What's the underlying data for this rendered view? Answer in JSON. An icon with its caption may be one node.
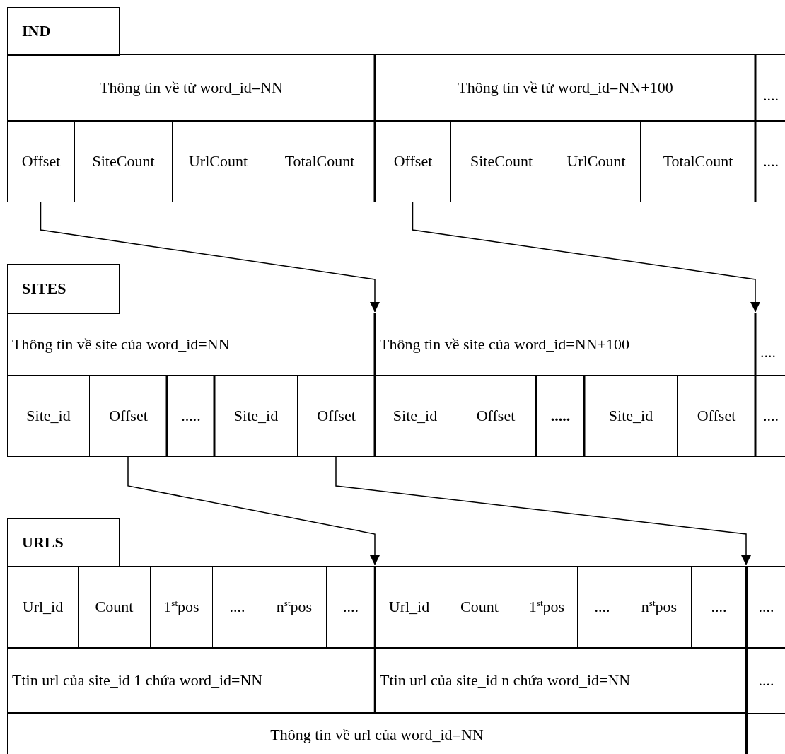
{
  "diagram": {
    "nodes": [
      {
        "text": [
          "IND"
        ]
      },
      {
        "text": [
          "Thông tin về từ word_id=NN"
        ]
      },
      {
        "text": [
          "Thông tin về từ word_id=NN+100"
        ]
      },
      {
        "text": [
          "...."
        ]
      },
      {
        "text": [
          "Offset"
        ]
      },
      {
        "text": [
          "SiteCount"
        ]
      },
      {
        "text": [
          "UrlCount"
        ]
      },
      {
        "text": [
          "TotalCount"
        ]
      },
      {
        "text": [
          "Offset"
        ]
      },
      {
        "text": [
          "SiteCount"
        ]
      },
      {
        "text": [
          "UrlCount"
        ]
      },
      {
        "text": [
          "TotalCount"
        ]
      },
      {
        "text": [
          "...."
        ]
      },
      {
        "text": [
          "SITES"
        ]
      },
      {
        "text": [
          "Thông tin về site của word_id=NN"
        ]
      },
      {
        "text": [
          "Thông tin về site của word_id=NN+100"
        ]
      },
      {
        "text": [
          "...."
        ]
      },
      {
        "text": [
          "Site_id"
        ]
      },
      {
        "text": [
          "Offset"
        ]
      },
      {
        "text": [
          "....."
        ]
      },
      {
        "text": [
          "Site_id"
        ]
      },
      {
        "text": [
          "Offset"
        ]
      },
      {
        "text": [
          "Site_id"
        ]
      },
      {
        "text": [
          "Offset"
        ]
      },
      {
        "text": [
          "....."
        ]
      },
      {
        "text": [
          "Site_id"
        ]
      },
      {
        "text": [
          "Offset"
        ]
      },
      {
        "text": [
          "...."
        ]
      },
      {
        "text": [
          "URLS"
        ]
      },
      {
        "text": [
          "Url_id"
        ]
      },
      {
        "text": [
          "Count"
        ]
      },
      {
        "text": [
          "1$^{st}$pos"
        ]
      },
      {
        "text": [
          "...."
        ]
      },
      {
        "text": [
          "n$^{st}$pos"
        ]
      },
      {
        "text": [
          "...."
        ]
      },
      {
        "text": [
          "Url_id"
        ]
      },
      {
        "text": [
          "Count"
        ]
      },
      {
        "text": [
          "1$^{st}$pos"
        ]
      },
      {
        "text": [
          "...."
        ]
      },
      {
        "text": [
          "n$^{st}$pos"
        ]
      },
      {
        "text": [
          "...."
        ]
      },
      {
        "text": [
          "...."
        ]
      },
      {
        "text": [
          "Ttin url của site_id 1 chứa word_id=NN"
        ]
      },
      {
        "text": [
          "Ttin url của site_id n chứa word_id=NN"
        ]
      },
      {
        "text": [
          "...."
        ]
      },
      {
        "text": [
          "Thông tin về url của word_id=NN"
        ]
      }
    ],
    "edges": [
      {
        "from": 4,
        "to": 15,
        "arrow": "to"
      },
      {
        "from": 8,
        "to": 16,
        "arrow": "to"
      },
      {
        "from": 18,
        "to": 35,
        "arrow": "to"
      },
      {
        "from": 21,
        "to": 41,
        "arrow": "to"
      }
    ]
  }
}
